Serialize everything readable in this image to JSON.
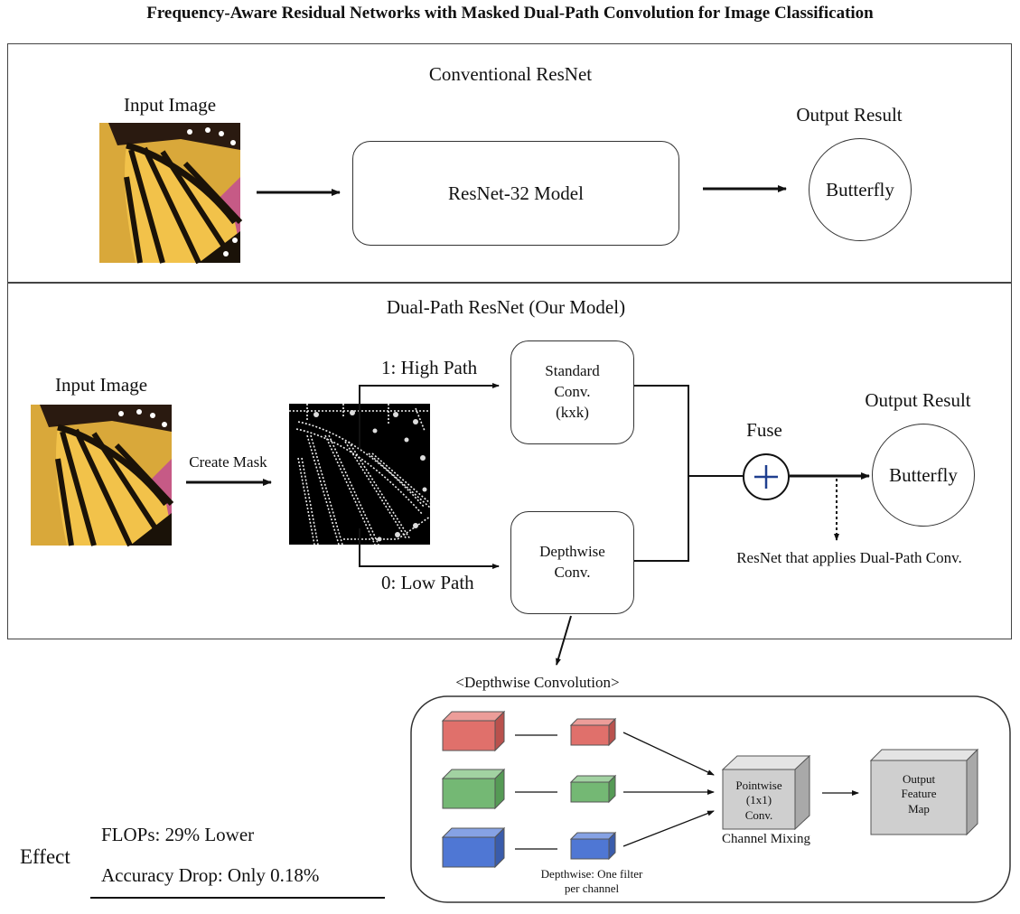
{
  "title": "Frequency-Aware Residual Networks with Masked Dual-Path Convolution for Image Classification",
  "conventional": {
    "heading": "Conventional ResNet",
    "input_label": "Input Image",
    "model_label": "ResNet-32 Model",
    "output_label": "Output Result",
    "output_value": "Butterfly"
  },
  "dual": {
    "heading": "Dual-Path ResNet (Our Model)",
    "input_label": "Input Image",
    "create_mask": "Create Mask",
    "high_path": "1: High Path",
    "low_path": "0: Low Path",
    "standard_conv": [
      "Standard",
      "Conv.",
      "(kxk)"
    ],
    "depthwise_conv": [
      "Depthwise",
      "Conv."
    ],
    "fuse": "Fuse",
    "output_label": "Output Result",
    "output_value": "Butterfly",
    "note": "ResNet that applies Dual-Path Conv."
  },
  "depthwise_detail": {
    "heading": "<Depthwise Convolution>",
    "pointwise": [
      "Pointwise",
      "(1x1)",
      "Conv."
    ],
    "channel_mixing": "Channel Mixing",
    "output_map": [
      "Output",
      "Feature",
      "Map"
    ],
    "depthwise_note": [
      "Depthwise: One filter",
      "per channel"
    ],
    "channel_colors": [
      "#e0706b",
      "#74b874",
      "#4f77d4"
    ]
  },
  "effect": {
    "label": "Effect",
    "flops": "FLOPs:  29% Lower",
    "accuracy": "Accuracy Drop: Only 0.18%"
  }
}
